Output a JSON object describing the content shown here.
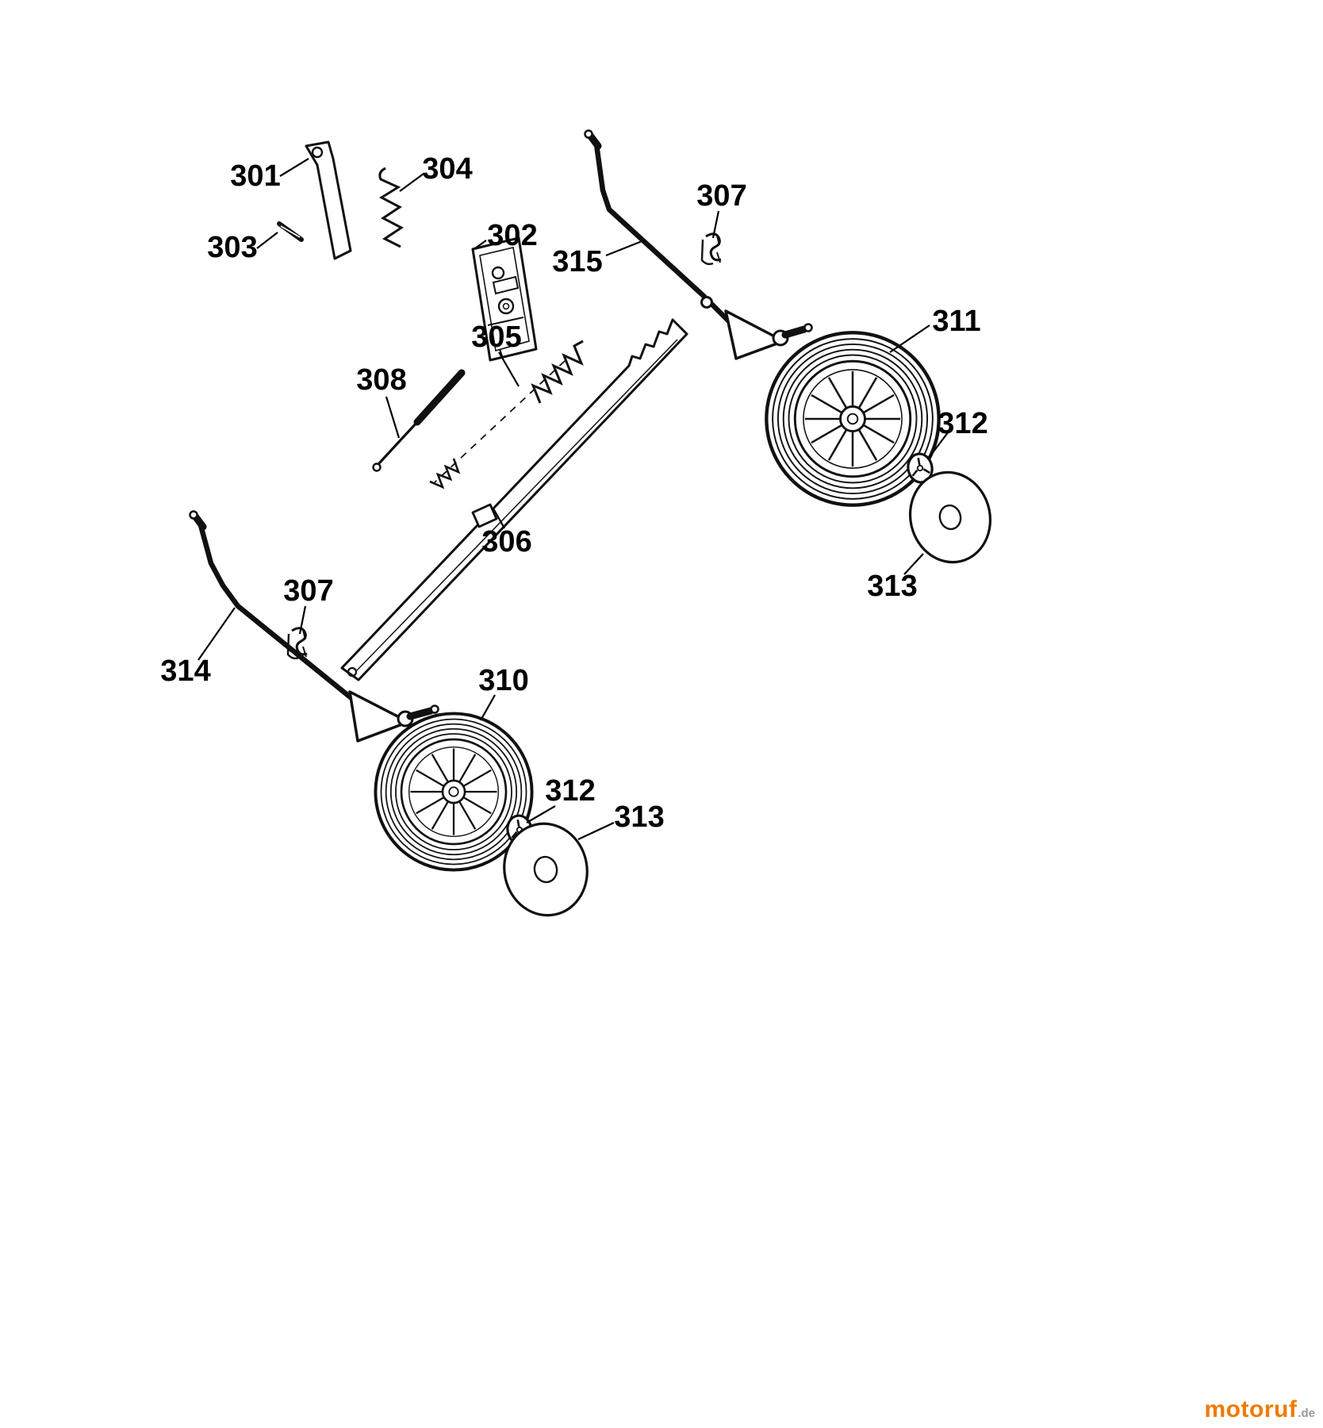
{
  "colors": {
    "background": "#ffffff",
    "line": "#111111",
    "label_text": "#000000",
    "watermark_brand": "#ee7b00",
    "watermark_tld": "#979797"
  },
  "labels": [
    {
      "text": "301"
    },
    {
      "text": "303"
    },
    {
      "text": "304"
    },
    {
      "text": "302"
    },
    {
      "text": "315"
    },
    {
      "text": "307"
    },
    {
      "text": "311"
    },
    {
      "text": "305"
    },
    {
      "text": "308"
    },
    {
      "text": "312"
    },
    {
      "text": "306"
    },
    {
      "text": "313"
    },
    {
      "text": "307"
    },
    {
      "text": "314"
    },
    {
      "text": "310"
    },
    {
      "text": "312"
    },
    {
      "text": "313"
    }
  ],
  "watermark": {
    "brand": "motoruf",
    "tld": ".de"
  }
}
